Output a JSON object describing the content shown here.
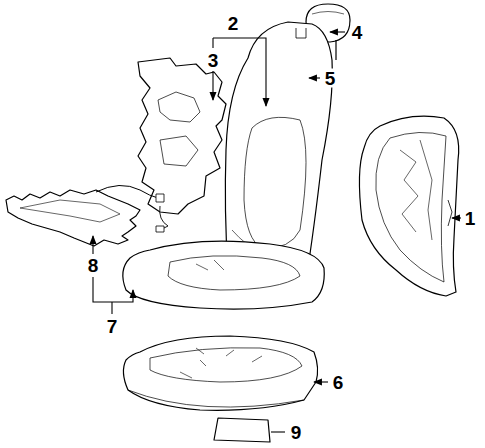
{
  "diagram": {
    "labels": [
      "2",
      "3",
      "4",
      "5",
      "1",
      "8",
      "7",
      "6",
      "9"
    ]
  }
}
